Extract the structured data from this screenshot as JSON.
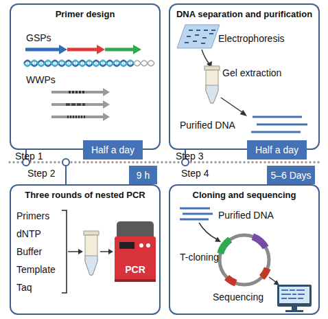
{
  "diagram": {
    "nodes": [
      {
        "text": [
          "Primer design"
        ]
      },
      {
        "text": [
          "DNA separation and purification"
        ]
      },
      {
        "text": [
          "Half a day"
        ]
      },
      {
        "text": [
          "Half a day"
        ]
      },
      {
        "text": [
          "9 h"
        ]
      },
      {
        "text": [
          "5–6 Days"
        ]
      },
      {
        "text": [
          "Three rounds of nested PCR"
        ]
      },
      {
        "text": [
          "Cloning and sequencing"
        ]
      }
    ],
    "labels": [
      "GSPs",
      "WWPs",
      "Electrophoresis",
      "Gel extraction",
      "Purified DNA",
      "Step 1",
      "Step 3",
      "Step 2",
      "Step 4",
      "Primers",
      "dNTP",
      "Buffer",
      "Template",
      "Taq",
      "PCR",
      "Purified DNA",
      "T-cloning",
      "Sequencing"
    ]
  }
}
